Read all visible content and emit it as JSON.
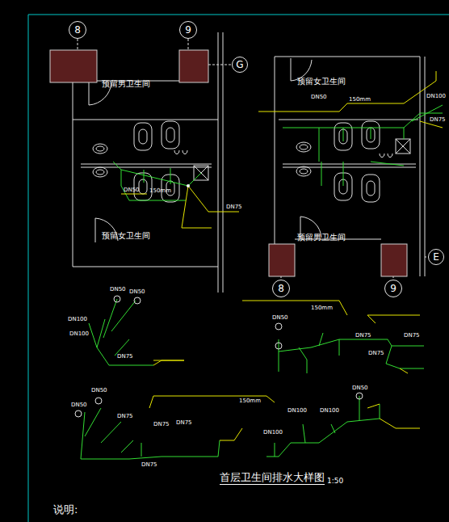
{
  "diagram": {
    "title": "首层卫生间排水大样图",
    "nodes": [
      {
        "text": [
          "8"
        ]
      },
      {
        "text": [
          "9"
        ]
      },
      {
        "text": [
          "G"
        ]
      },
      {
        "text": [
          "8"
        ]
      },
      {
        "text": [
          "9"
        ]
      },
      {
        "text": [
          "E"
        ]
      }
    ],
    "labels": [
      "预留男卫生间",
      "预留女卫生间",
      "预留女卫生间",
      "预留男卫生间",
      "DN50",
      "150mm",
      "DN75",
      "DN50",
      "150mm",
      "DN100",
      "DN75",
      "DN50",
      "DN50",
      "DN100",
      "DN100",
      "DN75",
      "150mm",
      "DN50",
      "DN75",
      "DN75",
      "DN75",
      "DN50",
      "DN50",
      "DN75",
      "DN75",
      "DN75",
      "DN75",
      "150mm",
      "DN50",
      "DN100",
      "DN100",
      "DN100",
      "1:50",
      "说明:"
    ]
  }
}
